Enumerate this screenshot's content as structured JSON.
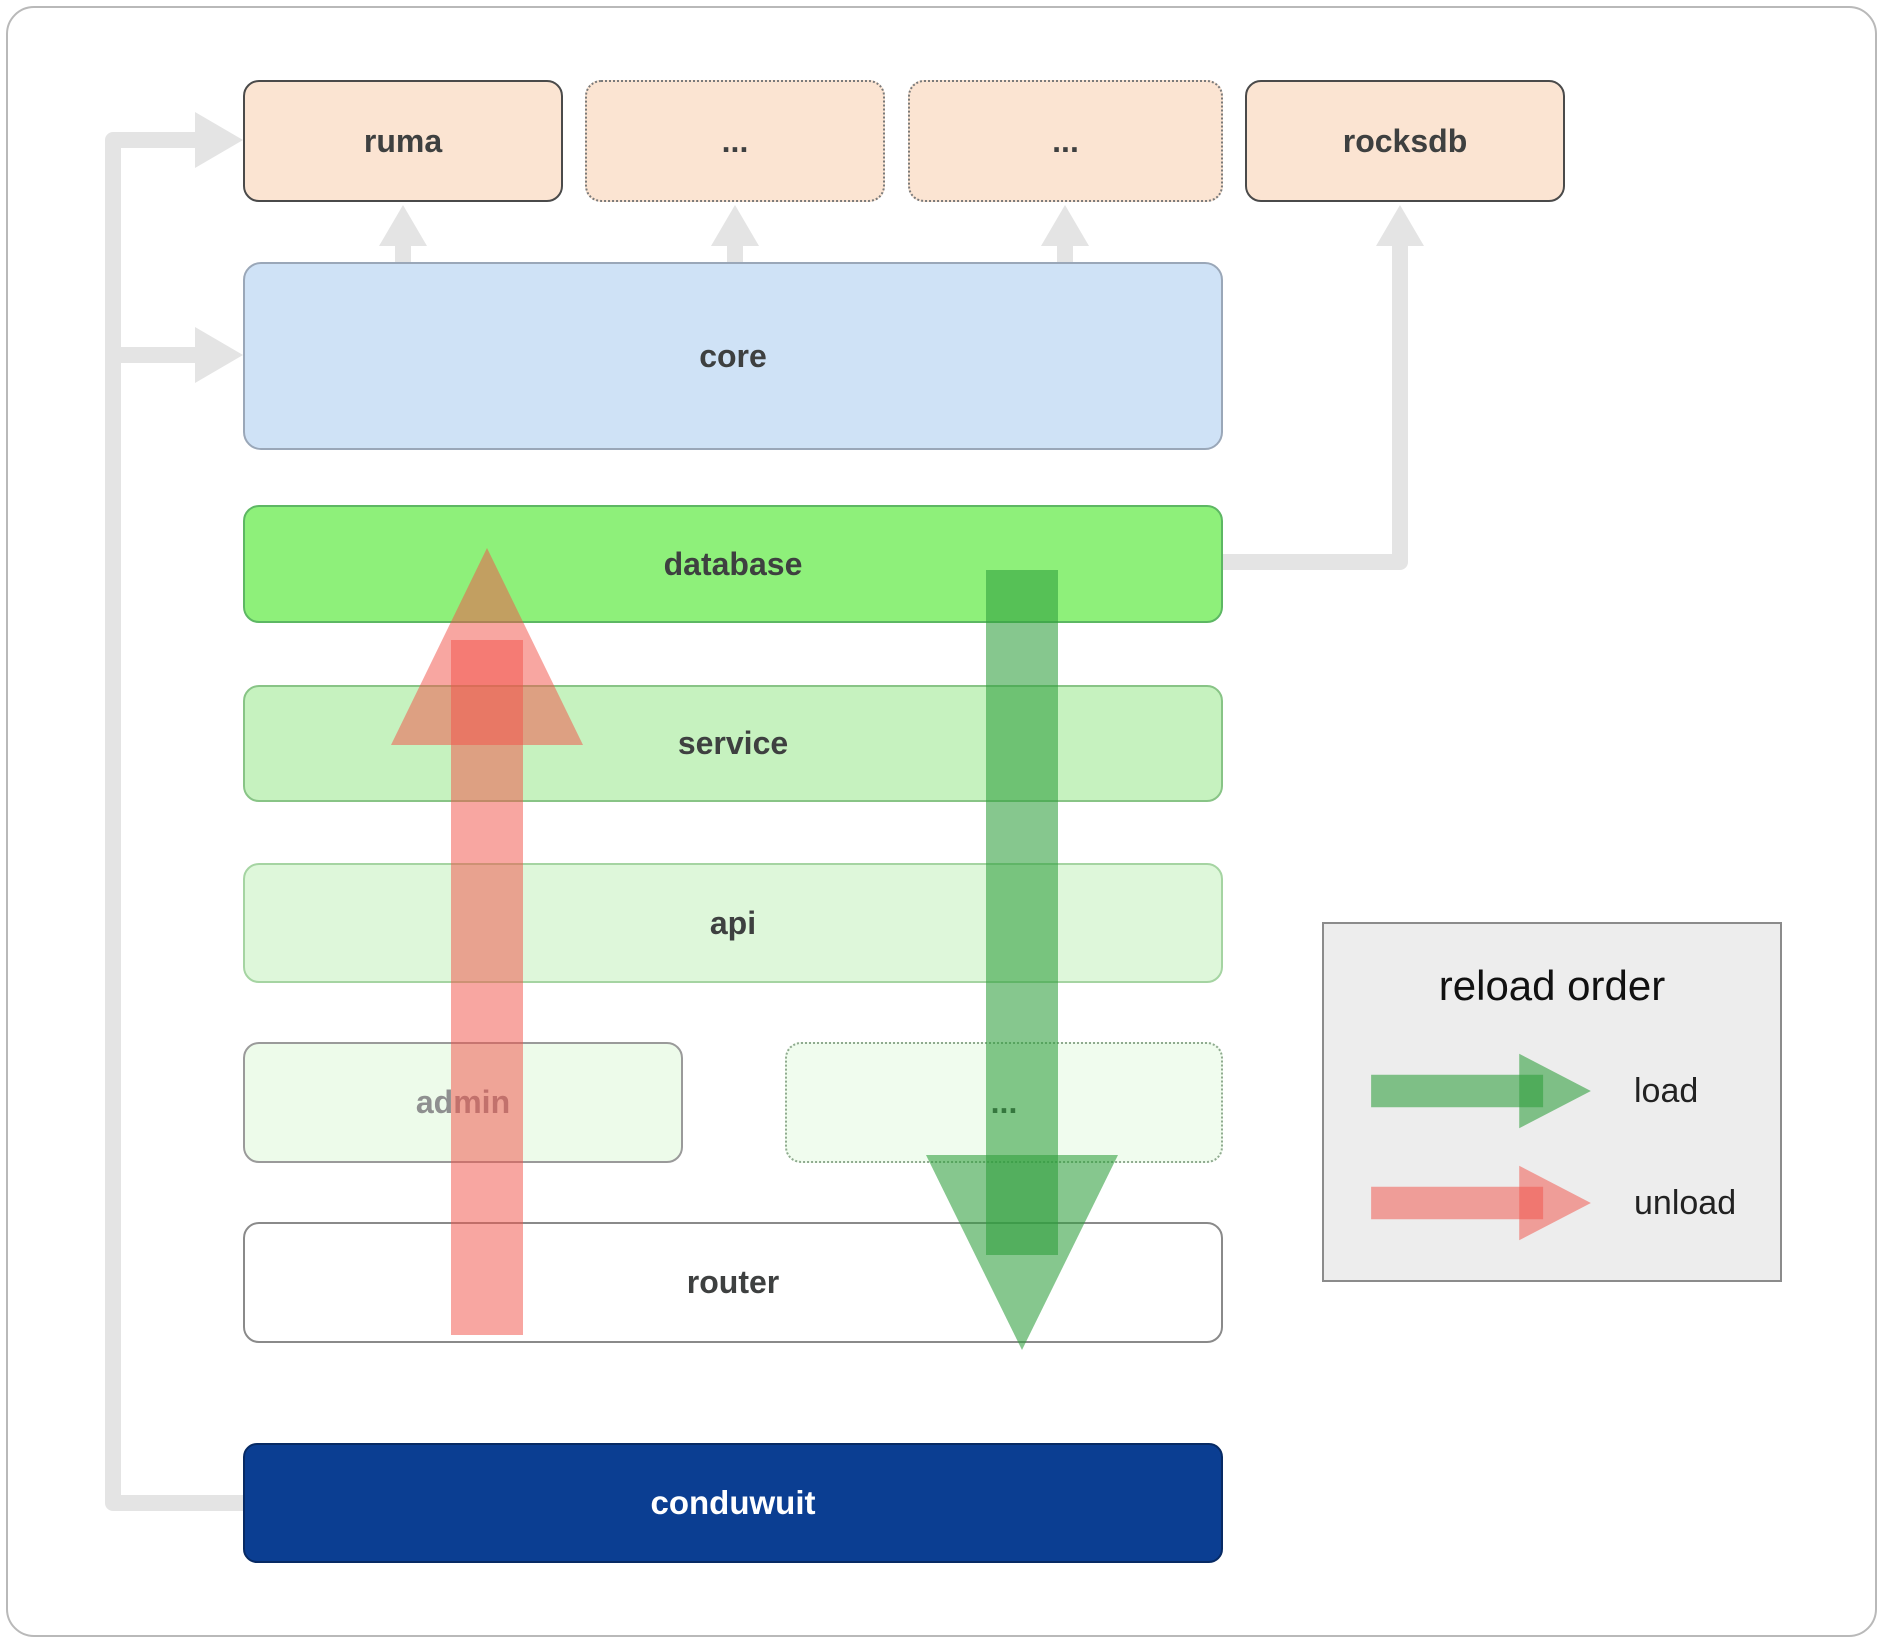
{
  "nodes": {
    "ruma": "ruma",
    "dep1": "...",
    "dep2": "...",
    "rocksdb": "rocksdb",
    "core": "core",
    "database": "database",
    "service": "service",
    "api": "api",
    "admin": "admin",
    "admin_more": "...",
    "router": "router",
    "conduwuit": "conduwuit"
  },
  "legend": {
    "title": "reload order",
    "load_label": "load",
    "unload_label": "unload"
  },
  "colors": {
    "peach": "#fbe4d2",
    "core-blue": "#cfe2f6",
    "db-green": "#8ef07a",
    "service-green": "#c6f2bf",
    "api-green": "#def7da",
    "admin-green": "#edfbea",
    "more-green": "#f0fcee",
    "navy": "#0b3e92",
    "arrow-load": "#2f9e3c",
    "arrow-unload": "#f2544a",
    "connector": "#e4e4e4",
    "legend-bg": "#ededed"
  }
}
